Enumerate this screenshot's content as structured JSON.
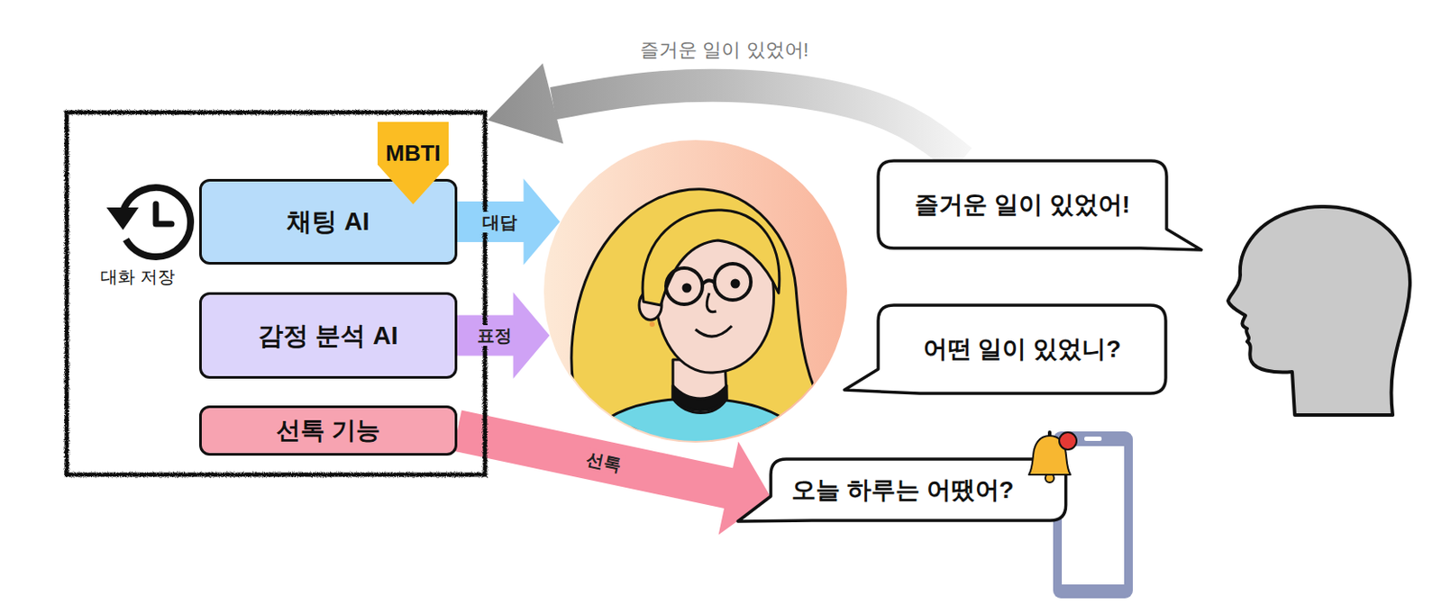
{
  "diagram": {
    "nodes": [
      {
        "text": []
      },
      {
        "text": [
          "채팅 AI"
        ],
        "in": 0
      },
      {
        "text": [
          "MBTI"
        ],
        "in": 0
      },
      {
        "text": [
          "감정 분석 AI"
        ],
        "in": 0
      },
      {
        "text": [
          "선톡 기능"
        ],
        "in": 0
      },
      {
        "text": []
      },
      {
        "text": [
          "즐거운 일이 있었어!"
        ]
      },
      {
        "text": [
          "어떤 일이 있었니?"
        ]
      },
      {
        "text": [
          "오늘 하루는 어땠어?"
        ]
      }
    ],
    "edges": [
      {
        "from": 1,
        "to": 5,
        "label": "대답",
        "arrow": "to"
      },
      {
        "from": 3,
        "to": 5,
        "label": "표정",
        "arrow": "to"
      },
      {
        "from": 4,
        "to": 8,
        "label": "선톡",
        "arrow": "to"
      },
      {
        "from": 6,
        "to": 0,
        "label": "즐거운 일이 있었어!",
        "arrow": "to"
      }
    ],
    "labels": [
      "대화 저장"
    ]
  }
}
